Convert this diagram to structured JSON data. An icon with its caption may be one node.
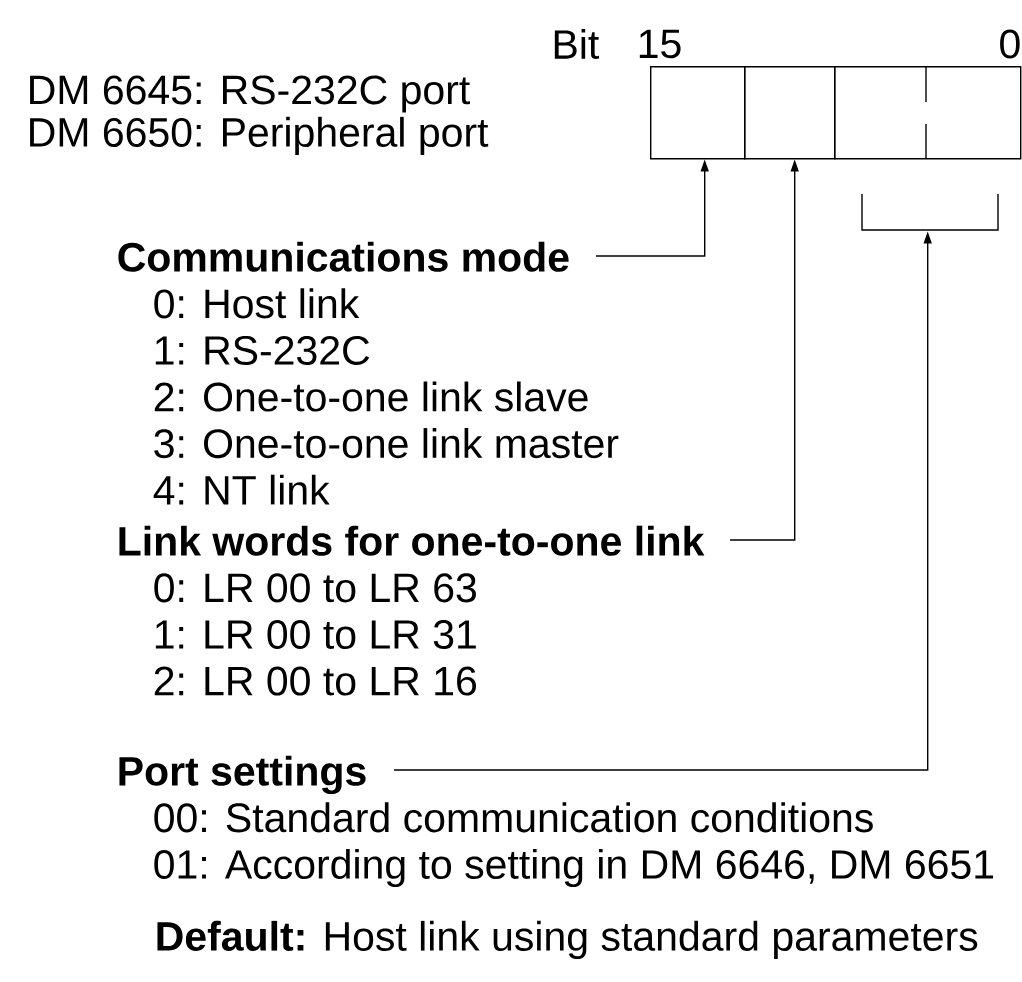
{
  "diagram": {
    "nodes": [
      {
        "text": [],
        "shape": "box"
      },
      {
        "text": [],
        "shape": "box"
      },
      {
        "text": [],
        "shape": "box"
      },
      {
        "text": [
          "Communications mode",
          "0: Host link",
          "1: RS-232C",
          "2: One-to-one link slave",
          "3: One-to-one link master",
          "4: NT link"
        ]
      },
      {
        "text": [
          "Link words for one-to-one link",
          "0: LR 00 to LR 63",
          "1: LR 00 to LR 31",
          "2: LR 00 to LR 16"
        ]
      },
      {
        "text": [
          "Port settings",
          "00: Standard communication conditions",
          "01: According to setting in DM 6646, DM 6651"
        ]
      }
    ],
    "edges": [
      {
        "from": 3,
        "to": 0,
        "arrow": "to"
      },
      {
        "from": 4,
        "to": 1,
        "arrow": "to"
      },
      {
        "from": 5,
        "to": 2,
        "arrow": "to"
      }
    ],
    "labels": [
      "Bit",
      "15",
      "0",
      "DM 6645: RS-232C port",
      "DM 6650: Peripheral port",
      "**Default:** Host link using standard parameters"
    ]
  }
}
